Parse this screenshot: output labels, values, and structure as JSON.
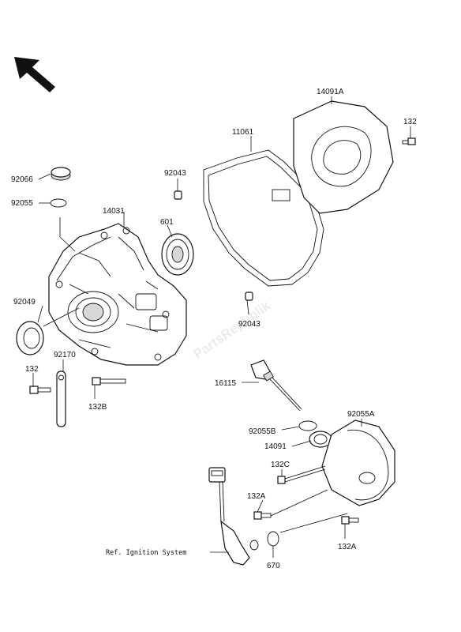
{
  "watermark": "PartsRepublik",
  "reference_text": "Ref. Ignition System",
  "labels": {
    "p92066": "92066",
    "p92055": "92055",
    "p14031": "14031",
    "p92049": "92049",
    "p132_left": "132",
    "p92170": "92170",
    "p132B": "132B",
    "p601": "601",
    "p92043_top": "92043",
    "p11061": "11061",
    "p14091A": "14091A",
    "p132_right": "132",
    "p92043_bottom": "92043",
    "p16115": "16115",
    "p92055B": "92055B",
    "p92055A": "92055A",
    "p14091": "14091",
    "p132C": "132C",
    "p132A_left": "132A",
    "p132A_right": "132A",
    "p670": "670"
  }
}
